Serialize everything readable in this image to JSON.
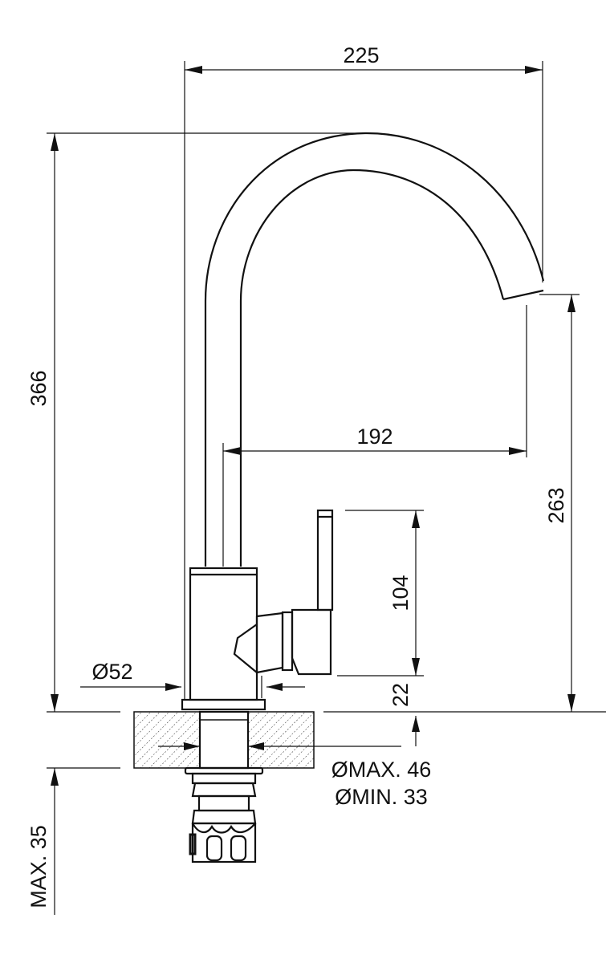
{
  "dimensions": {
    "total_reach": "225",
    "total_height": "366",
    "spout_reach": "192",
    "spout_height": "263",
    "handle_height": "104",
    "base_height": "22",
    "base_diameter": "Ø52",
    "hole_max": "ØMAX. 46",
    "hole_min": "ØMIN. 33",
    "max_counter_thickness": "MAX. 35"
  }
}
